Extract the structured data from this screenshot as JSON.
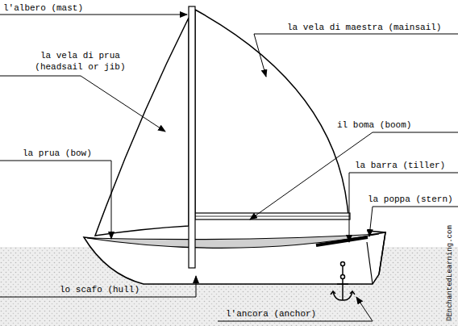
{
  "diagram": {
    "labels": [
      "l'albero (mast)",
      "la vela di maestra (mainsail)",
      "la vela di prua (headsail or jib)",
      "il boma (boom)",
      "la prua (bow)",
      "la barra (tiller)",
      "la poppa (stern)",
      "lo scafo (hull)",
      "l'ancora (anchor)",
      "©EnchantedLearning.com"
    ]
  }
}
